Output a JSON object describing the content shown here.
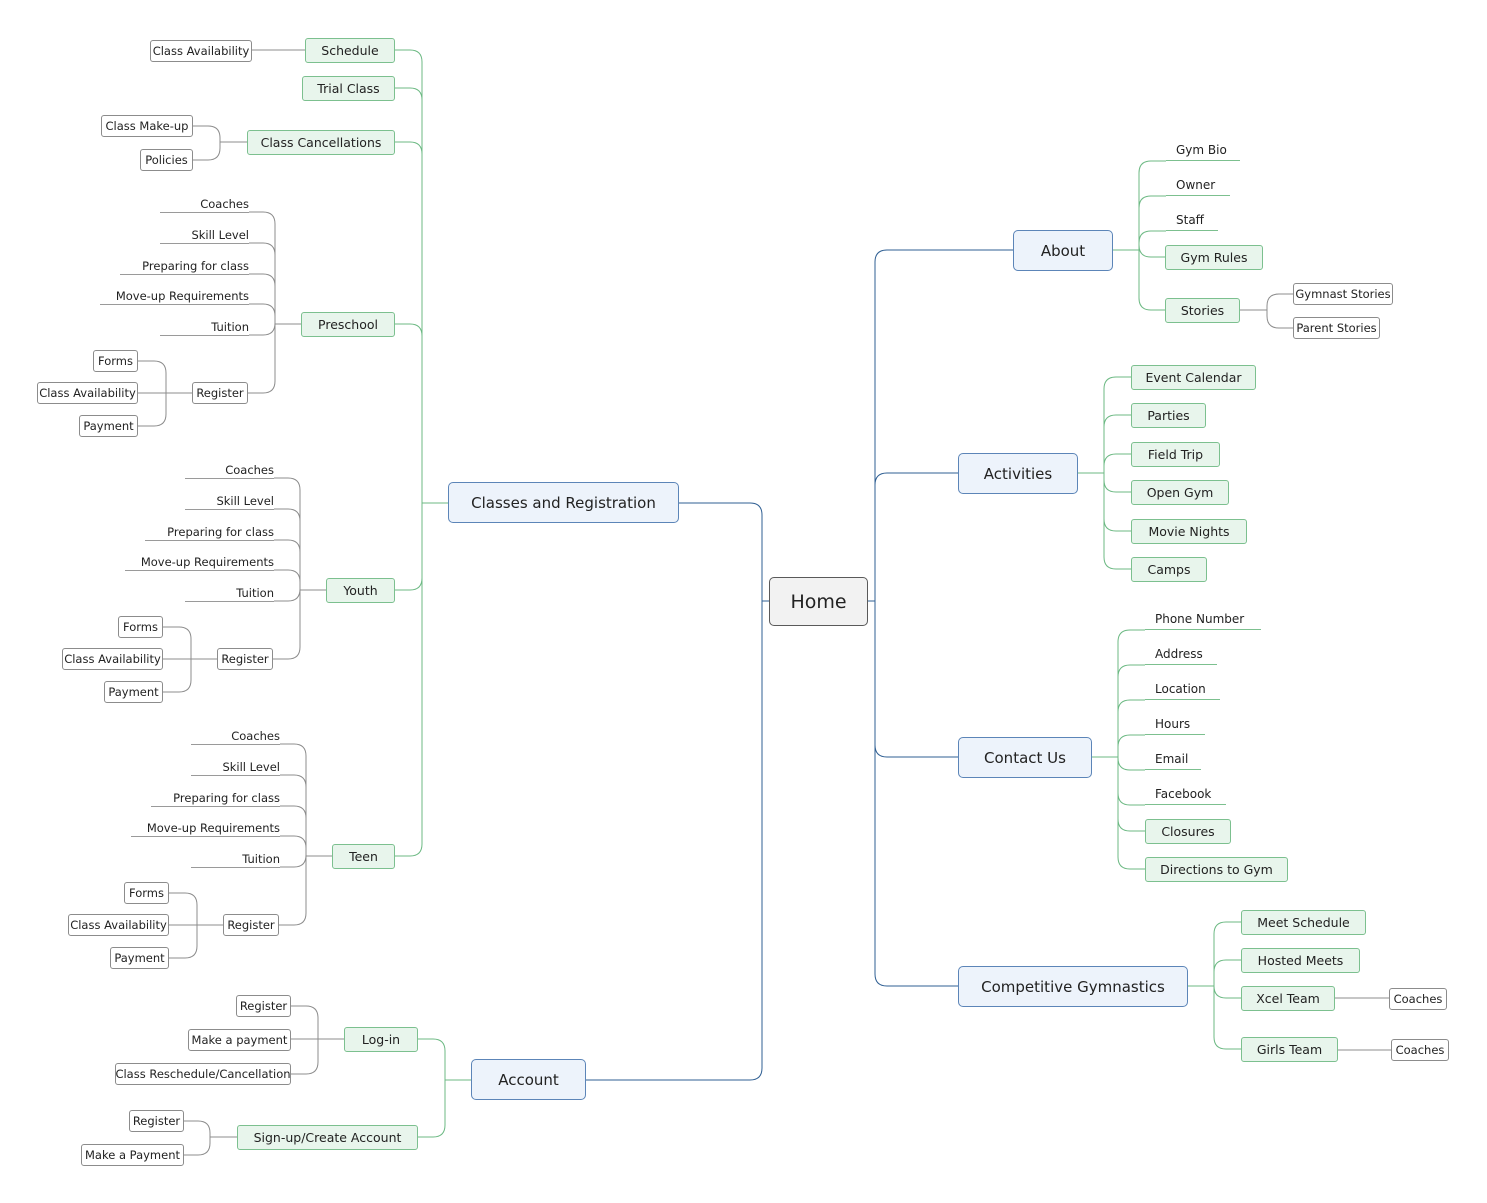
{
  "root": "Home",
  "classes": {
    "label": "Classes and Registration",
    "schedule": "Schedule",
    "schedule_class_availability": "Class Availability",
    "trial_class": "Trial Class",
    "class_cancellations": "Class Cancellations",
    "class_makeup": "Class Make-up",
    "policies": "Policies",
    "preschool": {
      "label": "Preschool",
      "coaches": "Coaches",
      "skill_level": "Skill Level",
      "preparing": "Preparing for class",
      "moveup": "Move-up Requirements",
      "tuition": "Tuition",
      "register": "Register",
      "forms": "Forms",
      "class_availability": "Class Availability",
      "payment": "Payment"
    },
    "youth": {
      "label": "Youth",
      "coaches": "Coaches",
      "skill_level": "Skill Level",
      "preparing": "Preparing for class",
      "moveup": "Move-up Requirements",
      "tuition": "Tuition",
      "register": "Register",
      "forms": "Forms",
      "class_availability": "Class Availability",
      "payment": "Payment"
    },
    "teen": {
      "label": "Teen",
      "coaches": "Coaches",
      "skill_level": "Skill Level",
      "preparing": "Preparing for class",
      "moveup": "Move-up Requirements",
      "tuition": "Tuition",
      "register": "Register",
      "forms": "Forms",
      "class_availability": "Class Availability",
      "payment": "Payment"
    }
  },
  "account": {
    "label": "Account",
    "login": "Log-in",
    "login_register": "Register",
    "make_payment": "Make a payment",
    "reschedule": "Class Reschedule/Cancellation",
    "signup": "Sign-up/Create Account",
    "signup_register": "Register",
    "signup_payment": "Make a Payment"
  },
  "about": {
    "label": "About",
    "gym_bio": "Gym Bio",
    "owner": "Owner",
    "staff": "Staff",
    "gym_rules": "Gym Rules",
    "stories": "Stories",
    "gymnast_stories": "Gymnast Stories",
    "parent_stories": "Parent Stories"
  },
  "activities": {
    "label": "Activities",
    "event_calendar": "Event Calendar",
    "parties": "Parties",
    "field_trip": "Field Trip",
    "open_gym": "Open Gym",
    "movie_nights": "Movie Nights",
    "camps": "Camps"
  },
  "contact": {
    "label": "Contact Us",
    "phone": "Phone Number",
    "address": "Address",
    "location": "Location",
    "hours": "Hours",
    "email": "Email",
    "facebook": "Facebook",
    "closures": "Closures",
    "directions": "Directions to Gym"
  },
  "competitive": {
    "label": "Competitive Gymnastics",
    "meet_schedule": "Meet Schedule",
    "hosted_meets": "Hosted Meets",
    "xcel_team": "Xcel Team",
    "xcel_coaches": "Coaches",
    "girls_team": "Girls Team",
    "girls_coaches": "Coaches"
  },
  "colors": {
    "main_line": "#2f5f93",
    "sub_line": "#6cb983",
    "leaf_line": "#8c8c8c"
  }
}
